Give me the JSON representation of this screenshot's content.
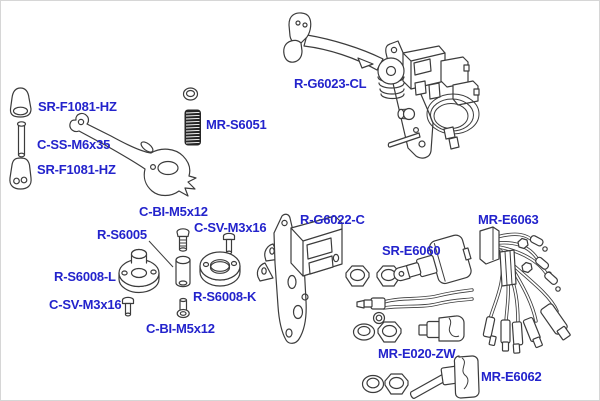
{
  "diagram": {
    "title": "exploded-parts-diagram",
    "background_color": "#ffffff",
    "label_color": "#2323cc",
    "line_color": "#3c3c3c",
    "labels": [
      {
        "id": "sr-f1081-hz-top",
        "text": "SR-F1081-HZ"
      },
      {
        "id": "c-ss-m6x35",
        "text": "C-SS-M6x35"
      },
      {
        "id": "sr-f1081-hz-bot",
        "text": "SR-F1081-HZ"
      },
      {
        "id": "mr-s6051",
        "text": "MR-S6051"
      },
      {
        "id": "r-g6023-cl",
        "text": "R-G6023-CL"
      },
      {
        "id": "c-bi-m5x12-top",
        "text": "C-BI-M5x12"
      },
      {
        "id": "r-s6005",
        "text": "R-S6005"
      },
      {
        "id": "c-sv-m3x16-right",
        "text": "C-SV-M3x16"
      },
      {
        "id": "r-s6008-l",
        "text": "R-S6008-L"
      },
      {
        "id": "c-sv-m3x16-left",
        "text": "C-SV-M3x16"
      },
      {
        "id": "r-s6008-k",
        "text": "R-S6008-K"
      },
      {
        "id": "c-bi-m5x12-bot",
        "text": "C-BI-M5x12"
      },
      {
        "id": "r-g6022-c",
        "text": "R-G6022-C"
      },
      {
        "id": "sr-e6060",
        "text": "SR-E6060"
      },
      {
        "id": "mr-e020-zw",
        "text": "MR-E020-ZW"
      },
      {
        "id": "mr-e6063",
        "text": "MR-E6063"
      },
      {
        "id": "mr-e6062",
        "text": "MR-E6062"
      }
    ]
  }
}
